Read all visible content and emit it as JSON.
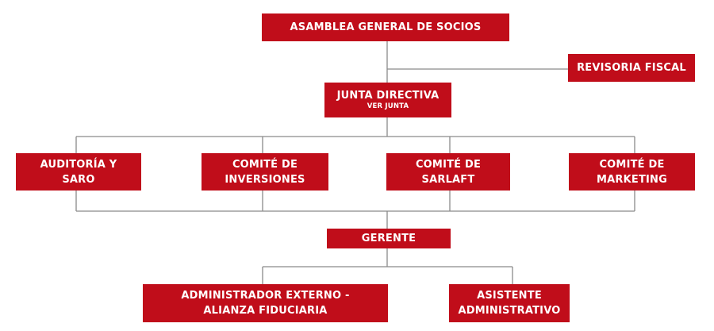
{
  "org_chart": {
    "asamblea": {
      "lines": [
        "ASAMBLEA GENERAL DE SOCIOS"
      ]
    },
    "revisoria": {
      "lines": [
        "REVISORIA FISCAL"
      ]
    },
    "junta": {
      "lines": [
        "JUNTA DIRECTIVA"
      ],
      "link": "VER JUNTA"
    },
    "auditoria": {
      "lines": [
        "AUDITORÍA Y",
        "SARO"
      ]
    },
    "inversiones": {
      "lines": [
        "COMITÉ DE",
        "INVERSIONES"
      ]
    },
    "sarlaft": {
      "lines": [
        "COMITÉ DE",
        "SARLAFT"
      ]
    },
    "marketing": {
      "lines": [
        "COMITÉ DE",
        "MARKETING"
      ]
    },
    "gerente": {
      "lines": [
        "GERENTE"
      ]
    },
    "admin_ext": {
      "lines": [
        "ADMINISTRADOR EXTERNO -",
        "ALIANZA FIDUCIARIA"
      ]
    },
    "asistente": {
      "lines": [
        "ASISTENTE",
        "ADMINISTRATIVO"
      ]
    }
  },
  "colors": {
    "box_fill": "#c00d1a",
    "box_text": "#ffffff",
    "connector": "#8a8a8a"
  }
}
